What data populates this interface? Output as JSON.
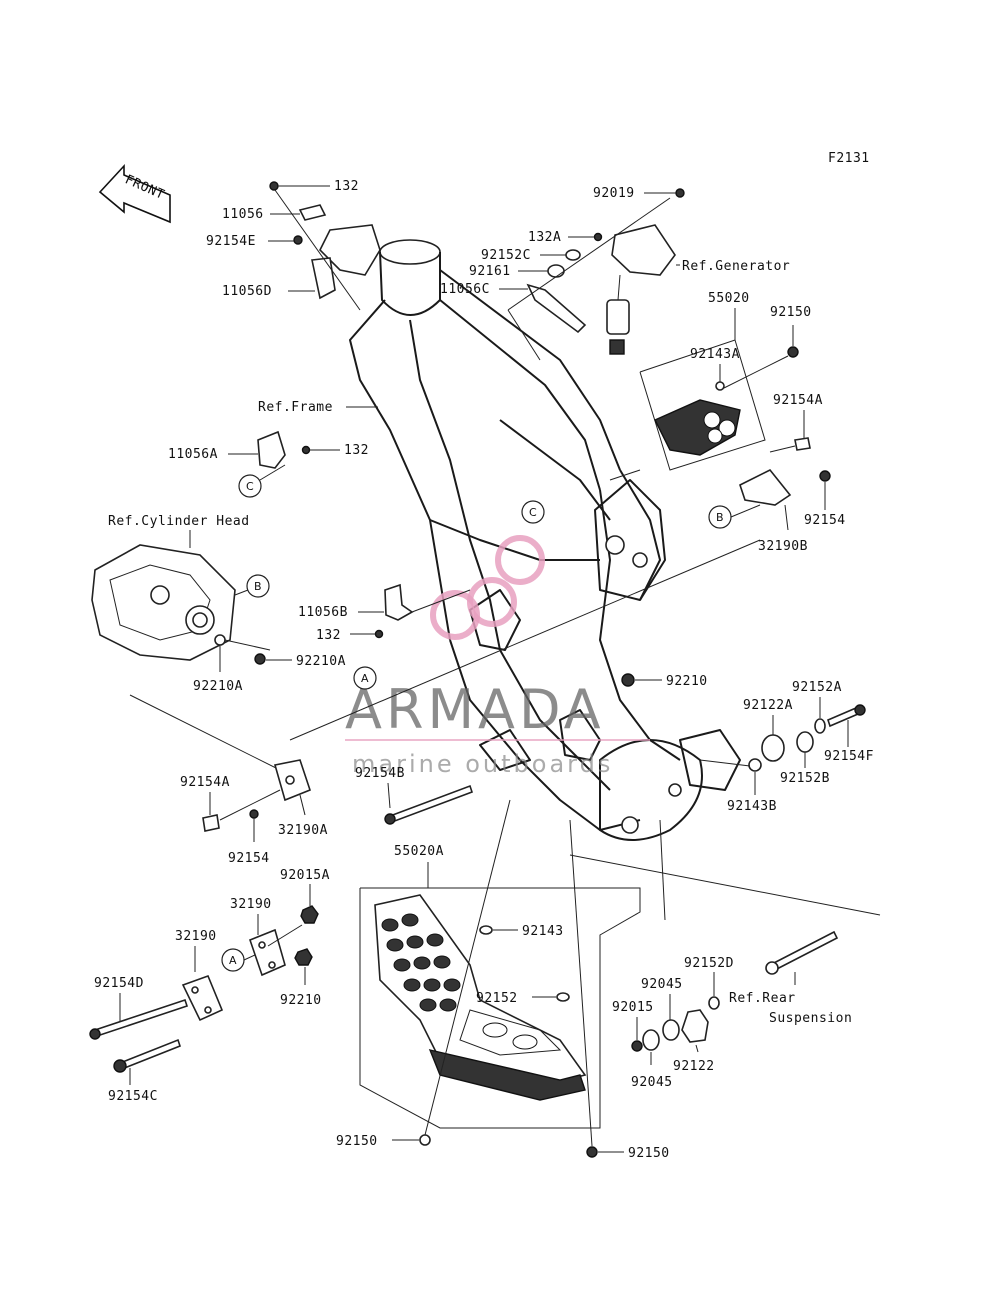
{
  "figure_code": "F2131",
  "front_arrow_text": "FRONT",
  "refs": {
    "generator": "Ref.Generator",
    "frame": "Ref.Frame",
    "cylinder_head": "Ref.Cylinder Head",
    "rear_suspension_1": "Ref.Rear",
    "rear_suspension_2": "Suspension"
  },
  "callouts": {
    "A": "A",
    "B": "B",
    "C": "C"
  },
  "parts": {
    "p132_top": "132",
    "p11056": "11056",
    "p92154E": "92154E",
    "p11056D": "11056D",
    "p92019": "92019",
    "p132A": "132A",
    "p92152C": "92152C",
    "p92161": "92161",
    "p11056C": "11056C",
    "p55020": "55020",
    "p92150_top": "92150",
    "p92143A": "92143A",
    "p92154A_right": "92154A",
    "p11056A": "11056A",
    "p132_mid": "132",
    "p92154_right": "92154",
    "p32190B": "32190B",
    "p11056B": "11056B",
    "p132_lower": "132",
    "p92210A_a": "92210A",
    "p92210A_b": "92210A",
    "p92210_mid": "92210",
    "p92152A": "92152A",
    "p92122A": "92122A",
    "p92154F": "92154F",
    "p92152B": "92152B",
    "p92143B": "92143B",
    "p92154A_left": "92154A",
    "p92154B": "92154B",
    "p32190A": "32190A",
    "p92154_left": "92154",
    "p55020A": "55020A",
    "p92015A": "92015A",
    "p32190_a": "32190",
    "p32190_b": "32190",
    "p92143": "92143",
    "p92152": "92152",
    "p92210_low": "92210",
    "p92154D": "92154D",
    "p92154C": "92154C",
    "p92045_a": "92045",
    "p92152D": "92152D",
    "p92015": "92015",
    "p92122": "92122",
    "p92045_b": "92045",
    "p92150_low_left": "92150",
    "p92150_low_right": "92150"
  },
  "watermark": {
    "brand": "ARMADA",
    "tagline": "marine outboards",
    "color": "#e8a0c0"
  }
}
